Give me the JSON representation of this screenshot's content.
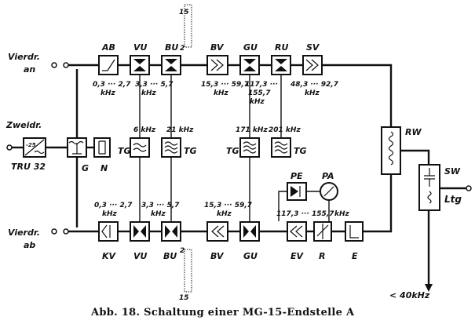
{
  "caption": "Abb. 18. Schaltung einer MG-15-Endstelle A",
  "terminals": {
    "vierdr_an": [
      "Vierdr.",
      "an"
    ],
    "zweidr": "Zweidr.",
    "vierdr_ab": [
      "Vierdr.",
      "ab"
    ],
    "ltg": "Ltg",
    "lt40": "< 40kHz",
    "t15_top": "15",
    "t15_bottom": "15",
    "t2_top": "2",
    "t2_bottom": "2"
  },
  "top_row": [
    {
      "id": "AB",
      "label": "AB",
      "freq": [
        "0,3 ··· 2,7",
        "kHz"
      ]
    },
    {
      "id": "VU",
      "label": "VU",
      "freq": [
        "3,3 ··· 5,7",
        "kHz"
      ]
    },
    {
      "id": "BU",
      "label": "BU",
      "freq": []
    },
    {
      "id": "BV",
      "label": "BV",
      "freq": [
        "15,3 ··· 59,7",
        "kHz"
      ]
    },
    {
      "id": "GU",
      "label": "GU",
      "freq": [
        "117,3 ···",
        "155,7",
        "kHz"
      ]
    },
    {
      "id": "RU",
      "label": "RU",
      "freq": []
    },
    {
      "id": "SV",
      "label": "SV",
      "freq": [
        "48,3 ··· 92,7",
        "kHz"
      ]
    }
  ],
  "middle": {
    "tru": {
      "label": "TRU 32",
      "value": "-25"
    },
    "g": "G",
    "n": "N",
    "tg": [
      {
        "label": "TG",
        "freq": "6 kHz"
      },
      {
        "label": "TG",
        "freq": "21 kHz"
      },
      {
        "label": "TG",
        "freq": "171 kHz"
      },
      {
        "label": "TG",
        "freq": "201 kHz"
      }
    ],
    "rw": "RW",
    "sw": "SW",
    "pe": "PE",
    "pa": "PA"
  },
  "bottom_row": [
    {
      "id": "KV",
      "label": "KV",
      "freq": [
        "0,3 ··· 2,7",
        "kHz"
      ]
    },
    {
      "id": "VU",
      "label": "VU",
      "freq": [
        "3,3 ··· 5,7",
        "kHz"
      ]
    },
    {
      "id": "BU",
      "label": "BU",
      "freq": []
    },
    {
      "id": "BV",
      "label": "BV",
      "freq": [
        "15,3 ··· 59,7",
        "kHz"
      ]
    },
    {
      "id": "GU",
      "label": "GU",
      "freq": []
    },
    {
      "id": "EV",
      "label": "EV",
      "freq": [
        "117,3 ··· 155,7",
        "kHz"
      ]
    },
    {
      "id": "R",
      "label": "R",
      "freq": []
    },
    {
      "id": "E",
      "label": "E",
      "freq": []
    }
  ]
}
